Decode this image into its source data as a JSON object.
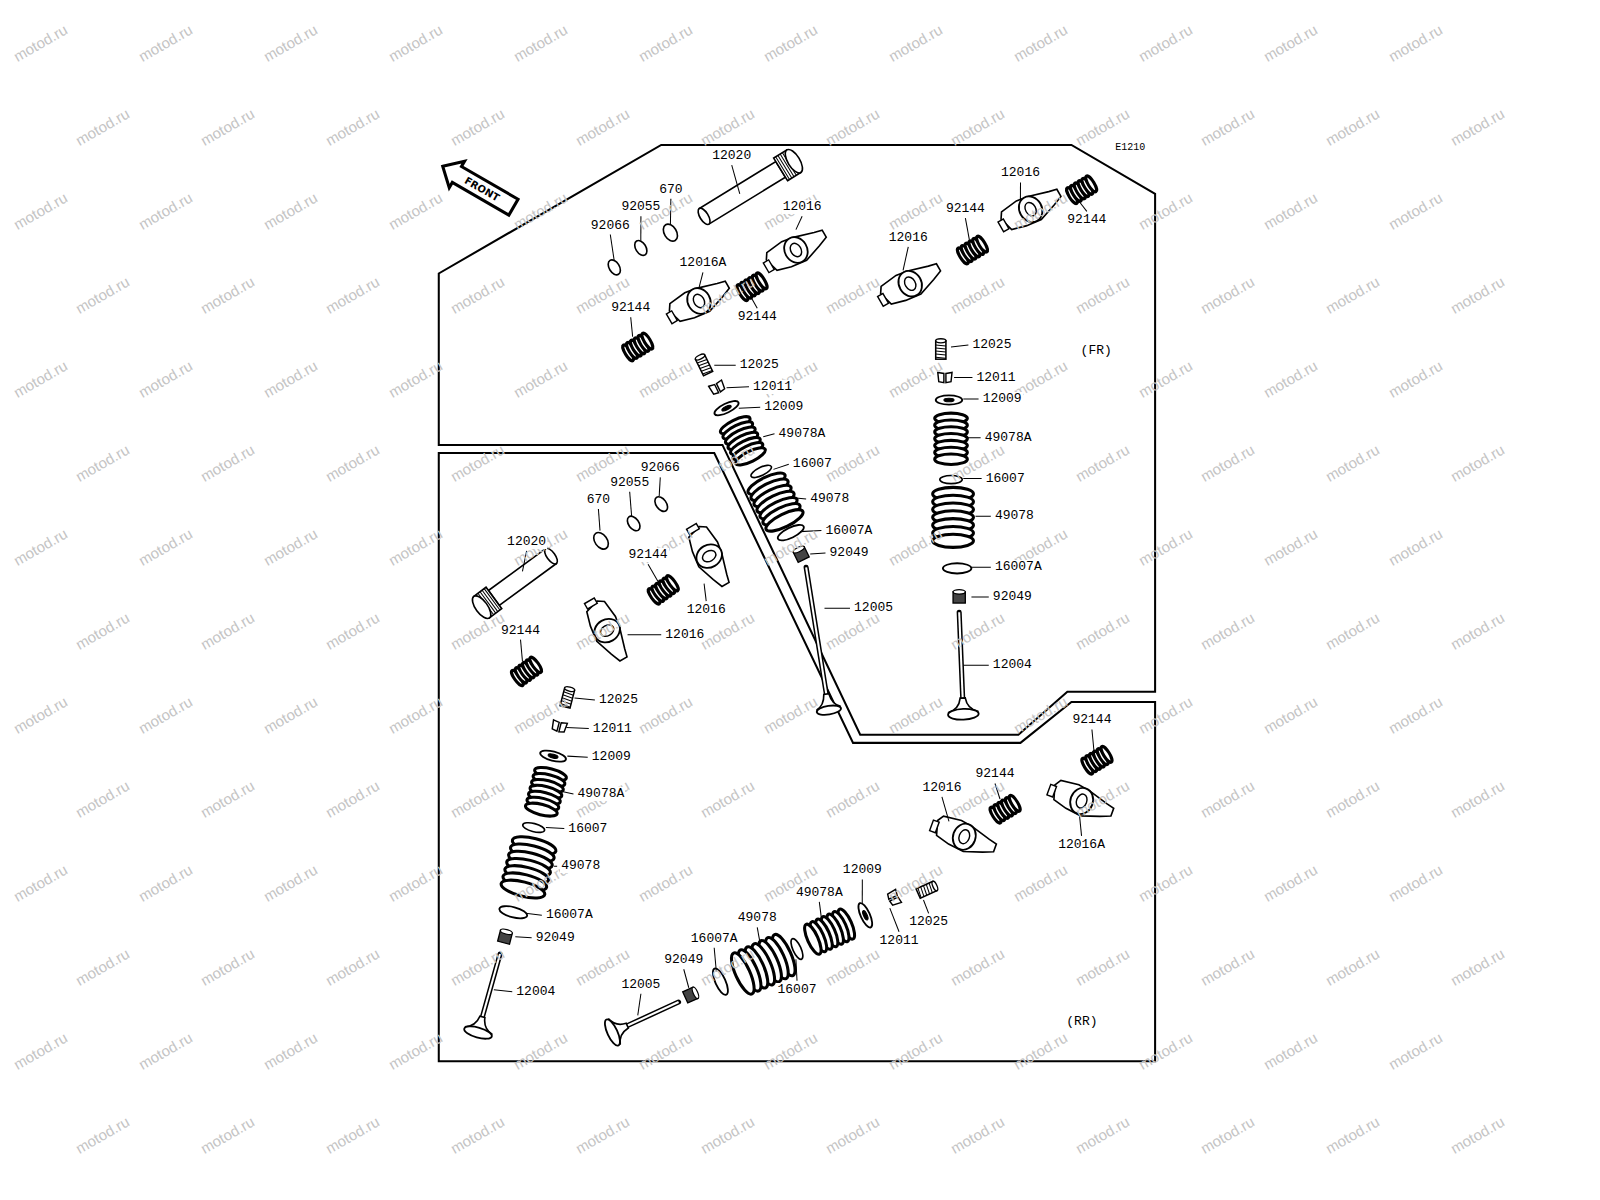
{
  "diagram": {
    "labels": [
      "E1210",
      "FRONT",
      "12020",
      "670",
      "92055",
      "92066",
      "12016",
      "12016",
      "92144",
      "92144",
      "12016",
      "12016A",
      "92144",
      "92144",
      "12025",
      "12011",
      "12009",
      "49078A",
      "16007",
      "49078",
      "16007A",
      "92049",
      "12005",
      "12025",
      "(FR)",
      "12011",
      "12009",
      "49078A",
      "16007",
      "49078",
      "16007A",
      "92049",
      "12004",
      "92066",
      "92055",
      "670",
      "12020",
      "92144",
      "12016",
      "92144",
      "12016",
      "12025",
      "12011",
      "12009",
      "49078A",
      "16007",
      "49078",
      "16007A",
      "92049",
      "12004",
      "92144",
      "92144",
      "12016",
      "12016A",
      "12009",
      "49078A",
      "49078",
      "16007A",
      "92049",
      "12005",
      "16007",
      "12025",
      "12011",
      "(RR)",
      "motod.ru",
      "motod.ru",
      "motod.ru",
      "motod.ru",
      "motod.ru",
      "motod.ru",
      "motod.ru",
      "motod.ru",
      "motod.ru",
      "motod.ru",
      "motod.ru",
      "motod.ru",
      "motod.ru",
      "motod.ru",
      "motod.ru",
      "motod.ru",
      "motod.ru",
      "motod.ru",
      "motod.ru",
      "motod.ru",
      "motod.ru",
      "motod.ru",
      "motod.ru",
      "motod.ru",
      "motod.ru",
      "motod.ru",
      "motod.ru",
      "motod.ru",
      "motod.ru",
      "motod.ru",
      "motod.ru",
      "motod.ru",
      "motod.ru",
      "motod.ru",
      "motod.ru",
      "motod.ru",
      "motod.ru",
      "motod.ru",
      "motod.ru",
      "motod.ru",
      "motod.ru",
      "motod.ru",
      "motod.ru",
      "motod.ru",
      "motod.ru",
      "motod.ru",
      "motod.ru",
      "motod.ru",
      "motod.ru",
      "motod.ru",
      "motod.ru",
      "motod.ru",
      "motod.ru",
      "motod.ru",
      "motod.ru",
      "motod.ru",
      "motod.ru",
      "motod.ru",
      "motod.ru",
      "motod.ru",
      "motod.ru",
      "motod.ru",
      "motod.ru",
      "motod.ru",
      "motod.ru",
      "motod.ru",
      "motod.ru",
      "motod.ru",
      "motod.ru",
      "motod.ru",
      "motod.ru",
      "motod.ru",
      "motod.ru",
      "motod.ru",
      "motod.ru",
      "motod.ru",
      "motod.ru",
      "motod.ru",
      "motod.ru",
      "motod.ru",
      "motod.ru",
      "motod.ru",
      "motod.ru",
      "motod.ru",
      "motod.ru",
      "motod.ru",
      "motod.ru",
      "motod.ru",
      "motod.ru",
      "motod.ru",
      "motod.ru",
      "motod.ru",
      "motod.ru",
      "motod.ru",
      "motod.ru",
      "motod.ru",
      "motod.ru",
      "motod.ru",
      "motod.ru",
      "motod.ru",
      "motod.ru",
      "motod.ru",
      "motod.ru",
      "motod.ru",
      "motod.ru",
      "motod.ru",
      "motod.ru",
      "motod.ru",
      "motod.ru",
      "motod.ru",
      "motod.ru",
      "motod.ru",
      "motod.ru",
      "motod.ru",
      "motod.ru",
      "motod.ru",
      "motod.ru",
      "motod.ru",
      "motod.ru",
      "motod.ru",
      "motod.ru",
      "motod.ru",
      "motod.ru",
      "motod.ru",
      "motod.ru",
      "motod.ru",
      "motod.ru",
      "motod.ru",
      "motod.ru",
      "motod.ru",
      "motod.ru",
      "motod.ru",
      "motod.ru",
      "motod.ru",
      "motod.ru",
      "motod.ru",
      "motod.ru",
      "motod.ru",
      "motod.ru",
      "motod.ru",
      "motod.ru",
      "motod.ru",
      "motod.ru",
      "motod.ru",
      "motod.ru",
      "motod.ru",
      "motod.ru",
      "motod.ru",
      "motod.ru",
      "motod.ru",
      "motod.ru",
      "motod.ru",
      "motod.ru",
      "motod.ru",
      "motod.ru",
      "motod.ru",
      "motod.ru",
      "motod.ru",
      "motod.ru",
      "motod.ru",
      "motod.ru",
      "motod.ru",
      "motod.ru",
      "motod.ru",
      "motod.ru",
      "motod.ru",
      "motod.ru",
      "motod.ru"
    ]
  }
}
